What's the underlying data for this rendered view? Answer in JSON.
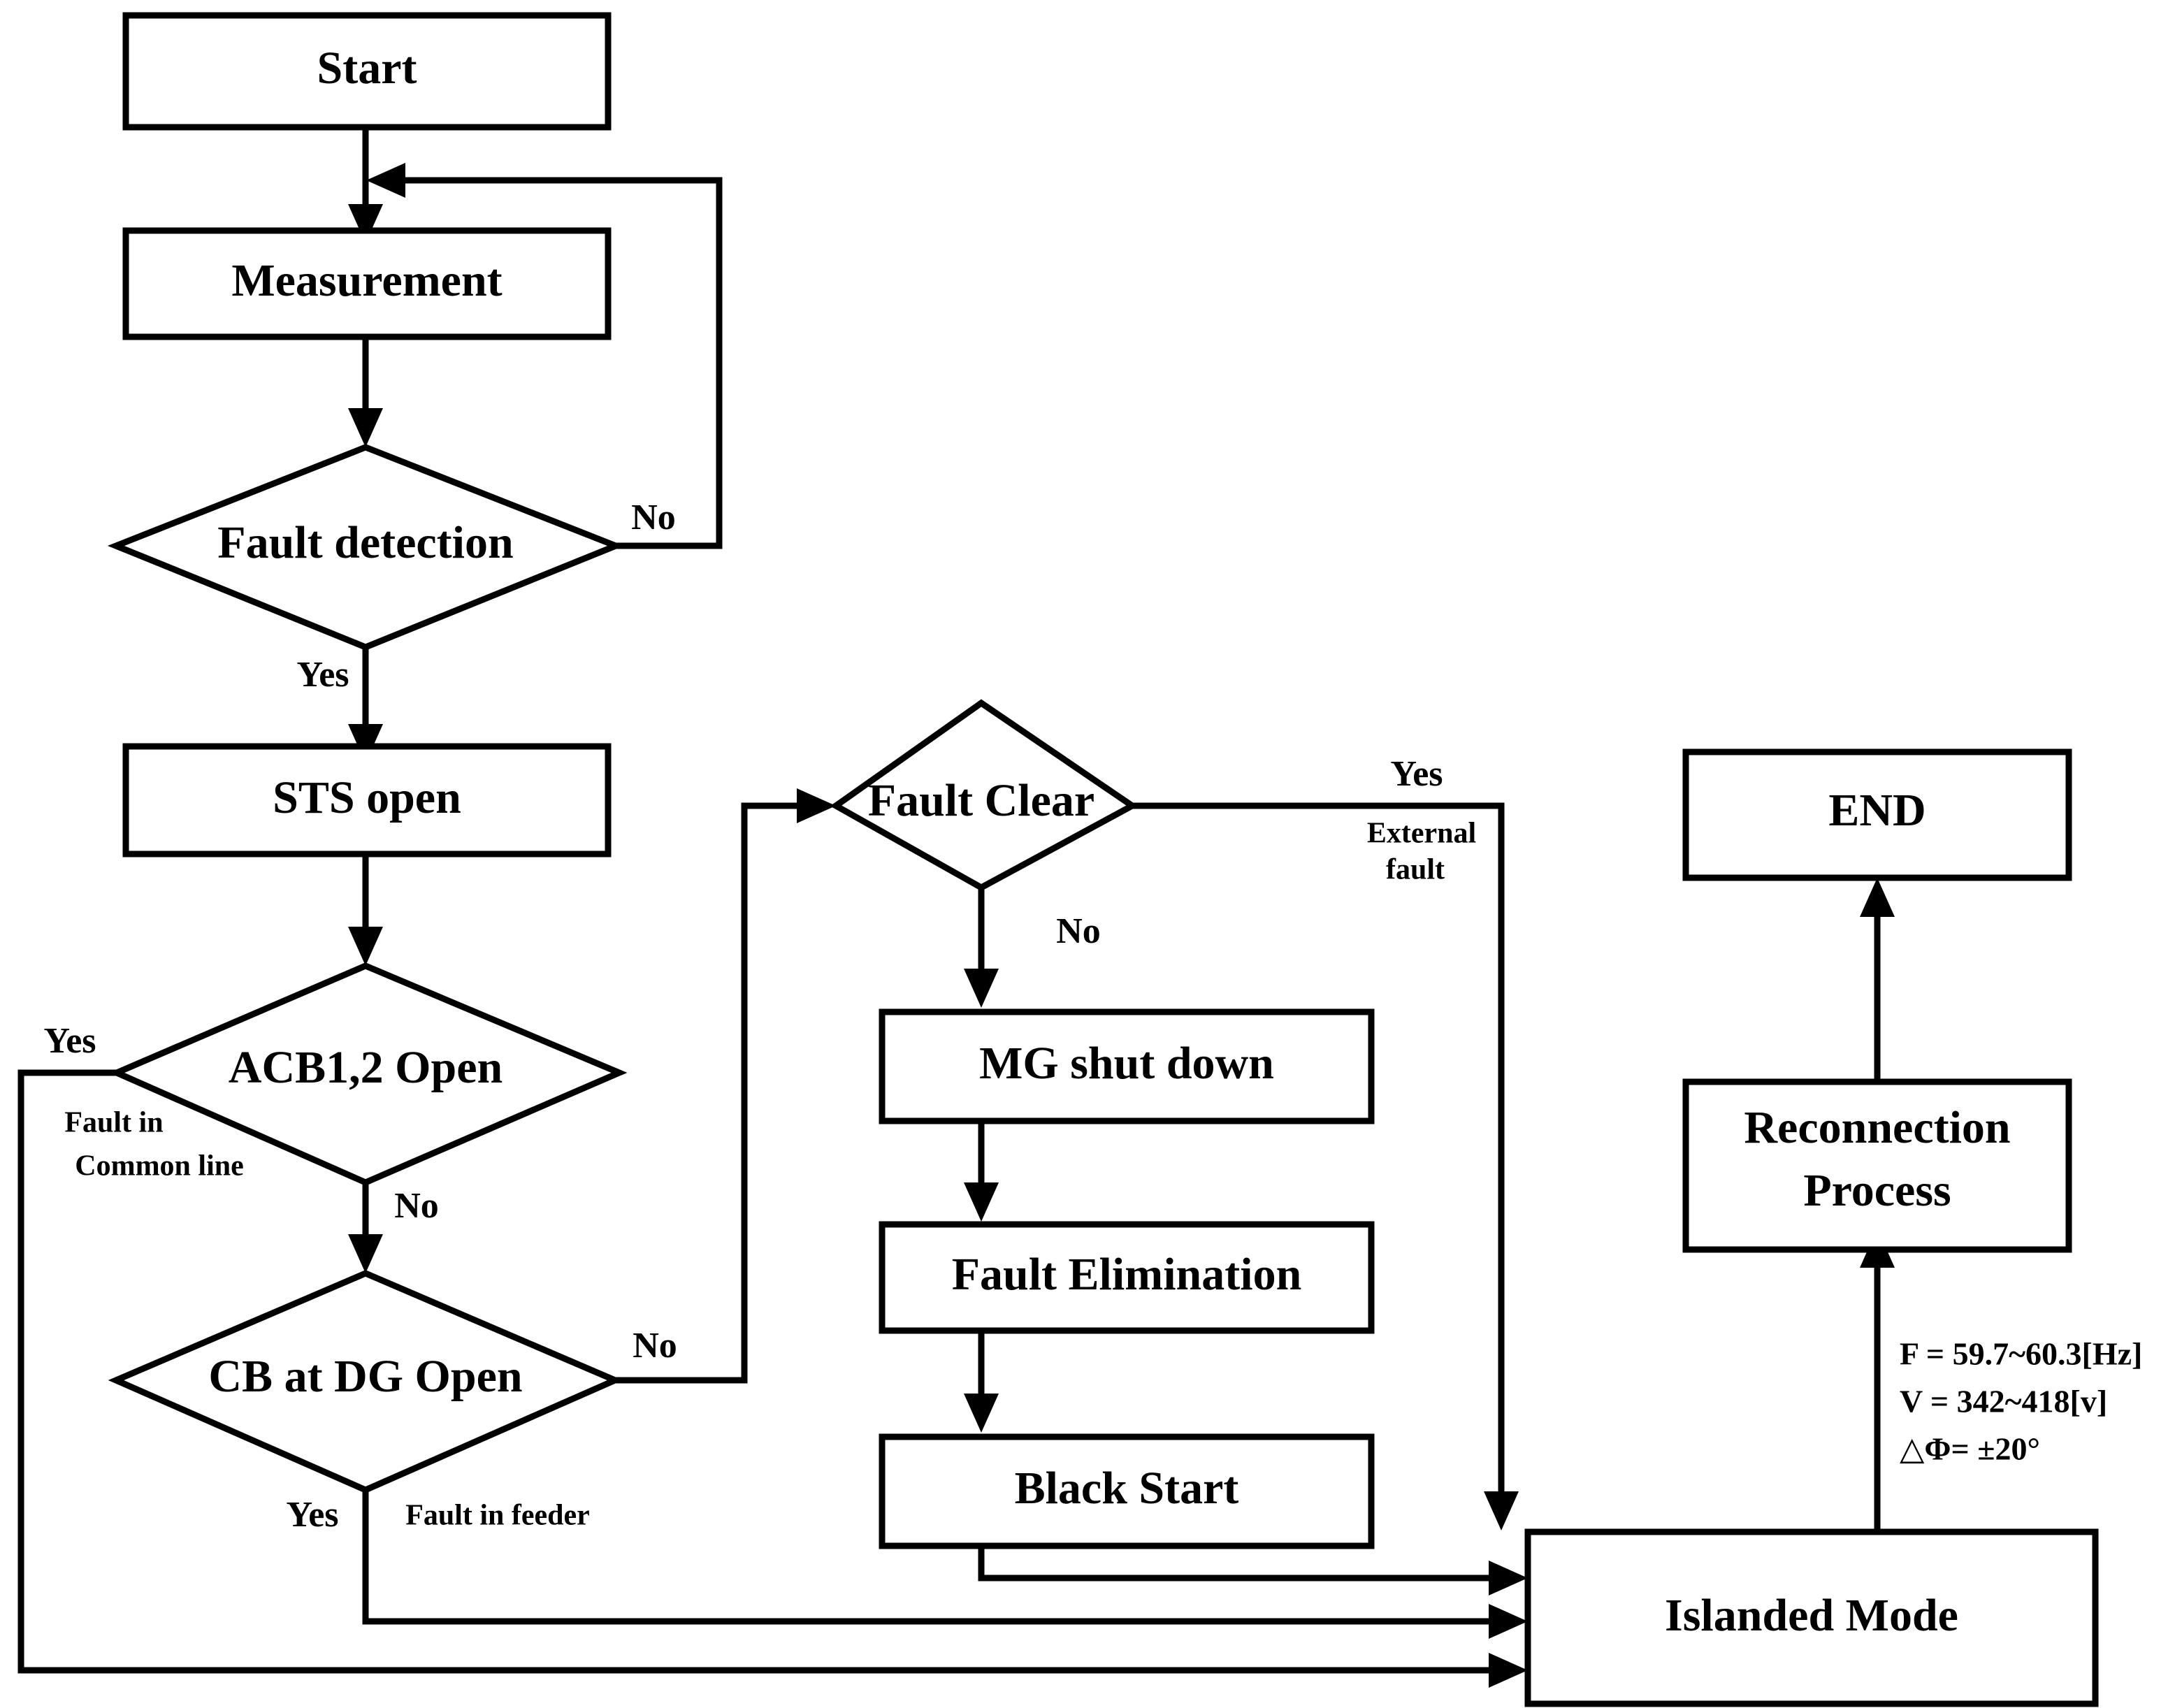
{
  "diagram": {
    "type": "flowchart",
    "title": "Microgrid fault detection and islanding control flowchart",
    "background_color": "#ffffff",
    "line_color": "#000000",
    "text_color": "#000000"
  },
  "nodes": {
    "start": {
      "label": "Start",
      "shape": "process"
    },
    "measurement": {
      "label": "Measurement",
      "shape": "process"
    },
    "fault_detection": {
      "label": "Fault detection",
      "shape": "decision"
    },
    "sts_open": {
      "label": "STS open",
      "shape": "process"
    },
    "acb_open": {
      "label": "ACB1,2 Open",
      "shape": "decision"
    },
    "cb_dg_open": {
      "label": "CB at DG Open",
      "shape": "decision"
    },
    "fault_clear": {
      "label": "Fault Clear",
      "shape": "decision"
    },
    "mg_shut_down": {
      "label": "MG shut down",
      "shape": "process"
    },
    "fault_elimination": {
      "label": "Fault Elimination",
      "shape": "process"
    },
    "black_start": {
      "label": "Black Start",
      "shape": "process"
    },
    "islanded_mode": {
      "label": "Islanded Mode",
      "shape": "process"
    },
    "reconnection_process": {
      "label_line1": "Reconnection",
      "label_line2": "Process",
      "shape": "process"
    },
    "end": {
      "label": "END",
      "shape": "process"
    }
  },
  "edge_labels": {
    "fault_detection_no": "No",
    "fault_detection_yes": "Yes",
    "acb_yes": "Yes",
    "acb_yes_note_line1": "Fault in",
    "acb_yes_note_line2": "Common line",
    "acb_no": "No",
    "cb_dg_no": "No",
    "cb_dg_yes": "Yes",
    "cb_dg_yes_note": "Fault in feeder",
    "fault_clear_yes": "Yes",
    "fault_clear_yes_note_line1": "External",
    "fault_clear_yes_note_line2": "fault",
    "fault_clear_no": "No"
  },
  "annotations": {
    "reconnection_criteria": [
      "F = 59.7~60.3[Hz]",
      "V = 342~418[v]",
      "△Φ= ±20°"
    ]
  }
}
